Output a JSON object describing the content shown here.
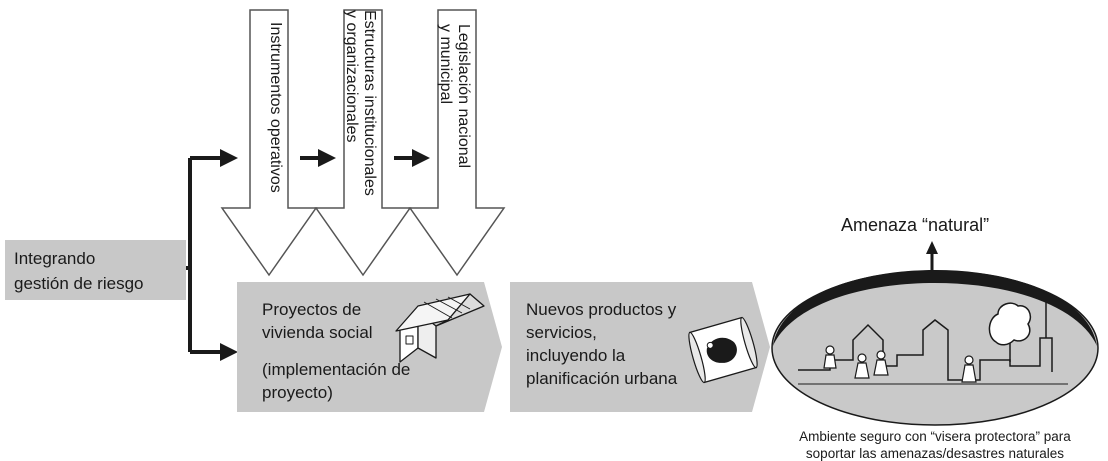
{
  "start_box": {
    "line1": "Integrando",
    "line2": "gestión de riesgo"
  },
  "down_arrows": [
    {
      "line1": "Instrumentos operativos",
      "line2": ""
    },
    {
      "line1": "Estructuras institucionales",
      "line2": "y organizacionales"
    },
    {
      "line1": "Legislación nacional",
      "line2": "y municipal"
    }
  ],
  "chevron1": {
    "line1": "Proyectos de",
    "line2": "vivienda social",
    "line3": "(implementación de",
    "line4": "proyecto)"
  },
  "chevron2": {
    "line1": "Nuevos productos y",
    "line2": "servicios,",
    "line3": "incluyendo la",
    "line4": "planificación urbana"
  },
  "threat_label": "Amenaza “natural”",
  "caption": {
    "line1": "Ambiente seguro con “visera protectora” para",
    "line2": "soportar las amenazas/desastres naturales"
  },
  "colors": {
    "box_fill": "#c8c8c8",
    "ellipse_fill": "#c9c9c9",
    "stroke": "#1a1a1a",
    "arrow_outline": "#555555"
  },
  "icons": [
    "house-icon",
    "map-scroll-icon",
    "visor-shield-icon",
    "arrow-right-icon",
    "arrow-up-icon"
  ]
}
